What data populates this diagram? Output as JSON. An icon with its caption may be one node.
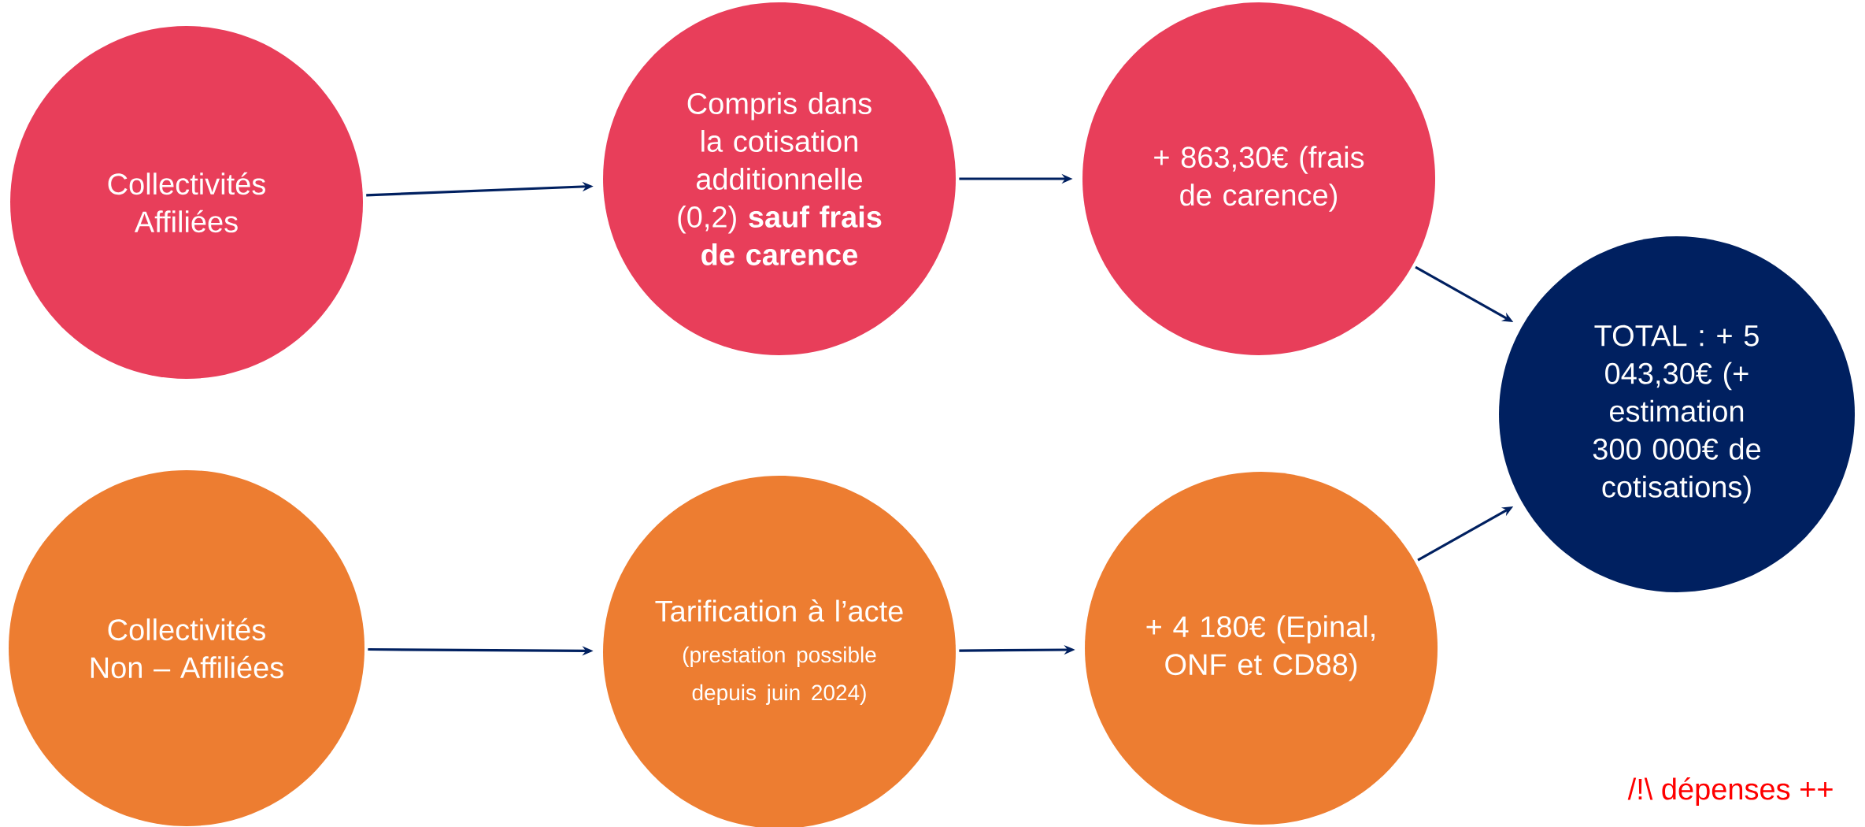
{
  "diagram": {
    "nodes": [
      {
        "text": [
          "Collectivités Affiliées"
        ]
      },
      {
        "text": [
          "Compris dans la cotisation additionnelle (0,2) **sauf frais de carence**"
        ]
      },
      {
        "text": [
          "+ 863,30€ (frais de carence)"
        ]
      },
      {
        "text": [
          "TOTAL : + 5 043,30€ (+ estimation 300 000€ de cotisations)"
        ]
      },
      {
        "text": [
          "Collectivités Non – Affiliées"
        ]
      },
      {
        "text": [
          "Tarification à l’acte",
          "(prestation possible depuis juin 2024)"
        ]
      },
      {
        "text": [
          "+ 4 180€ (Epinal, ONF et CD88)"
        ]
      }
    ],
    "edges": [
      {
        "from": 0,
        "to": 1,
        "arrow": "to"
      },
      {
        "from": 1,
        "to": 2,
        "arrow": "to"
      },
      {
        "from": 2,
        "to": 3,
        "arrow": "to"
      },
      {
        "from": 4,
        "to": 5,
        "arrow": "to"
      },
      {
        "from": 5,
        "to": 6,
        "arrow": "to"
      },
      {
        "from": 6,
        "to": 3,
        "arrow": "to"
      }
    ],
    "labels": [
      "/!\\ dépenses ++"
    ]
  }
}
